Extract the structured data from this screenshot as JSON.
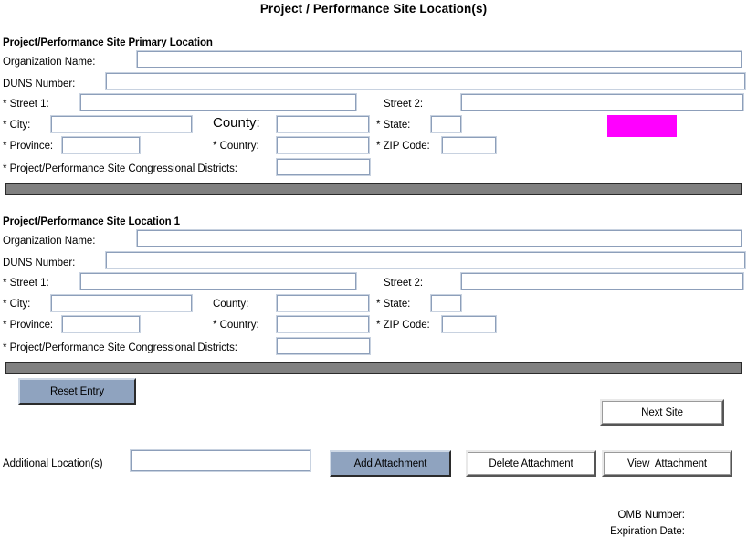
{
  "title": "Project / Performance Site Location(s)",
  "sections": [
    {
      "heading": "Project/Performance Site Primary Location",
      "labels": {
        "organization_name": "Organization Name:",
        "duns_number": "DUNS Number:",
        "street1": "* Street 1:",
        "street2": "Street 2:",
        "city": "* City:",
        "county": "County:",
        "state": "* State:",
        "province": "* Province:",
        "country": "* Country:",
        "zip_code": "* ZIP Code:",
        "congressional_districts": "* Project/Performance Site Congressional Districts:"
      },
      "values": {
        "organization_name": "",
        "duns_number": "",
        "street1": "",
        "street2": "",
        "city": "",
        "county": "",
        "state": "",
        "province": "",
        "country": "",
        "zip_code": "",
        "congressional_districts": ""
      }
    },
    {
      "heading": "Project/Performance Site Location 1",
      "labels": {
        "organization_name": "Organization Name:",
        "duns_number": "DUNS Number:",
        "street1": "* Street 1:",
        "street2": "Street 2:",
        "city": "* City:",
        "county": "County:",
        "state": "* State:",
        "province": "* Province:",
        "country": "* Country:",
        "zip_code": "* ZIP Code:",
        "congressional_districts": "* Project/Performance Site Congressional Districts:"
      },
      "values": {
        "organization_name": "",
        "duns_number": "",
        "street1": "",
        "street2": "",
        "city": "",
        "county": "",
        "state": "",
        "province": "",
        "country": "",
        "zip_code": "",
        "congressional_districts": ""
      }
    }
  ],
  "buttons": {
    "reset_entry": "Reset Entry",
    "next_site": "Next Site",
    "add_attachment": "Add Attachment",
    "delete_attachment": "Delete Attachment",
    "view_attachment": "View  Attachment"
  },
  "additional_locations": {
    "label": "Additional Location(s)",
    "value": ""
  },
  "footer": {
    "omb_number": "OMB Number:",
    "expiration_date": "Expiration Date:"
  },
  "colors": {
    "highlight_block": "#ff00ff",
    "separator": "#808080",
    "button_fill": "#8fa3bf",
    "field_border": "#8d9fba"
  }
}
